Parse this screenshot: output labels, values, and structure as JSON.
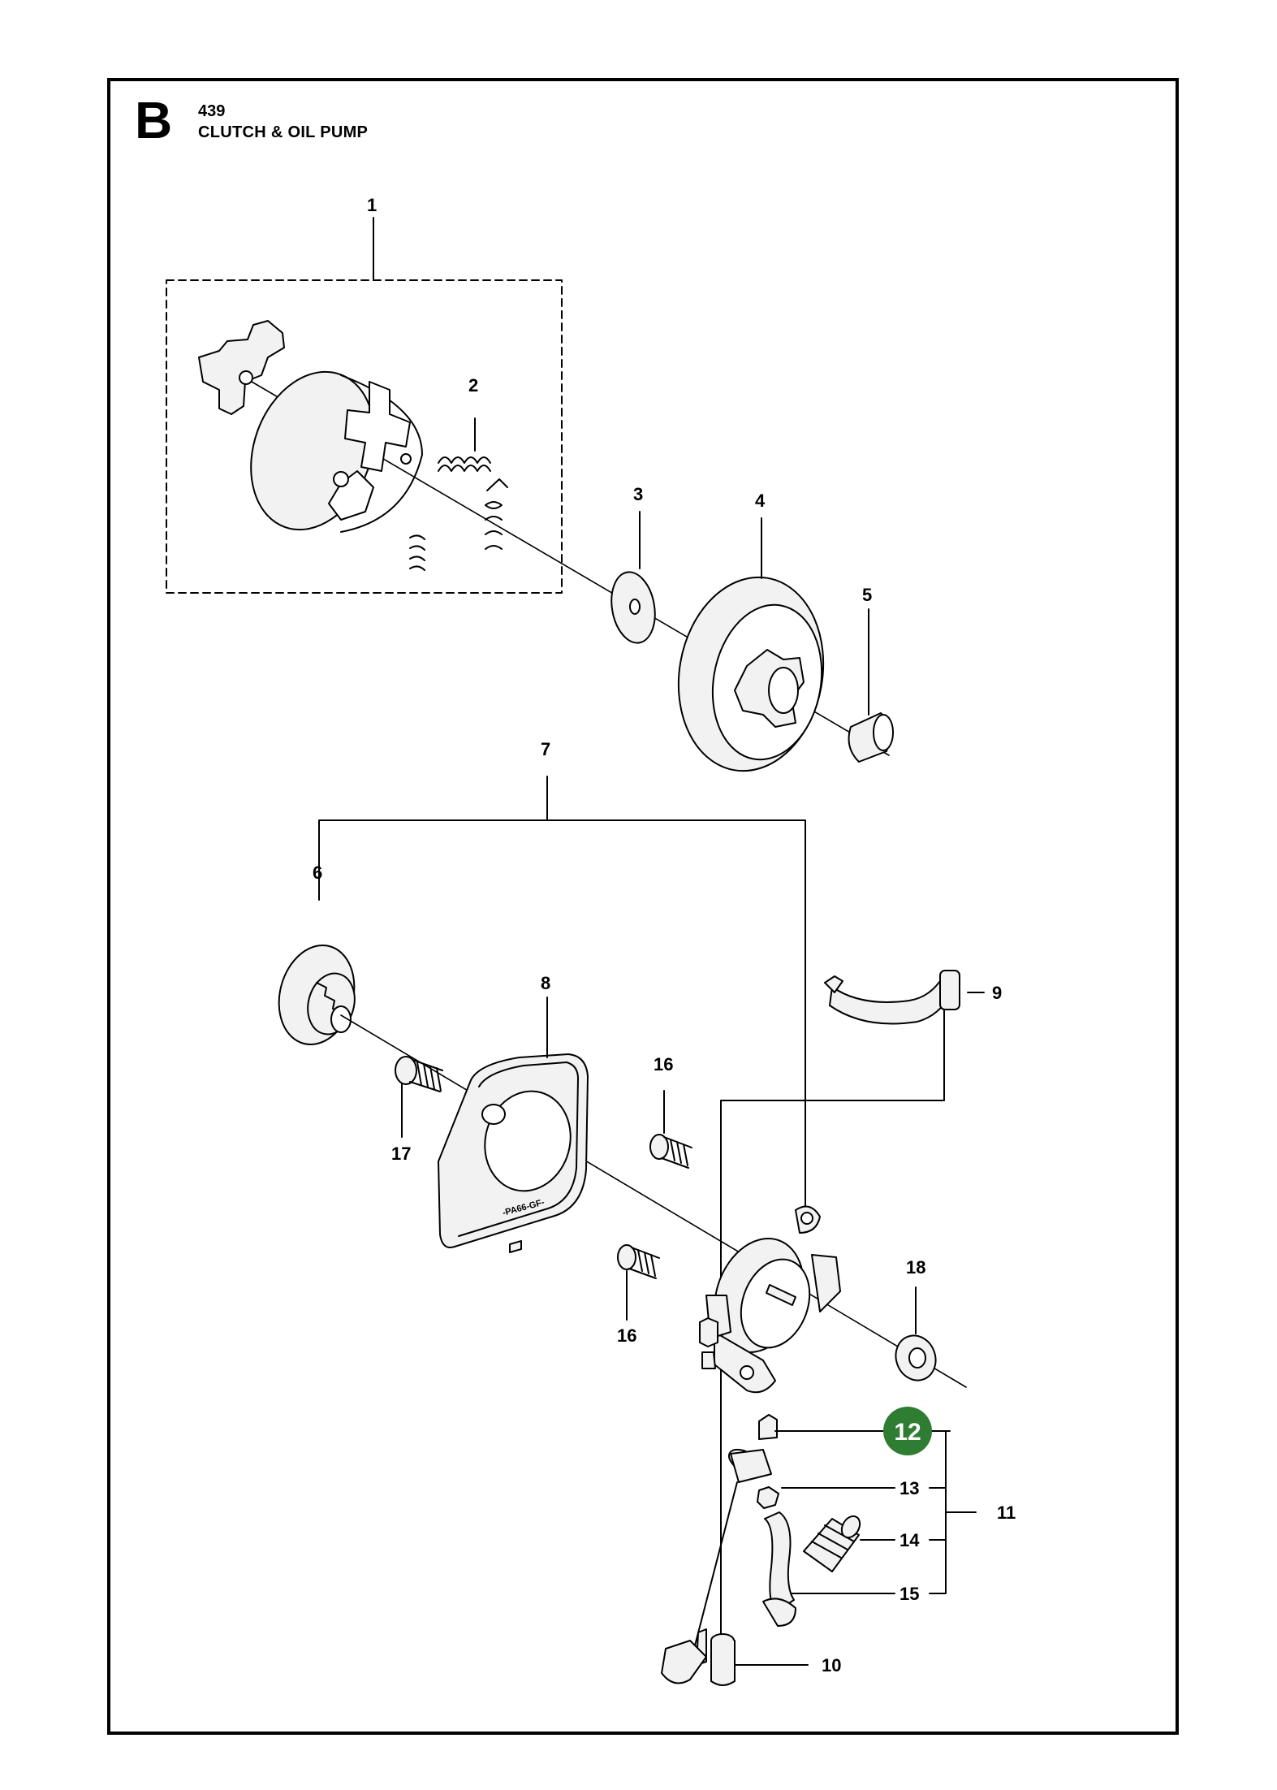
{
  "header": {
    "section_letter": "B",
    "model": "439",
    "title": "CLUTCH & OIL PUMP"
  },
  "parts": {
    "p1": "1",
    "p2": "2",
    "p3": "3",
    "p4": "4",
    "p5": "5",
    "p6": "6",
    "p7": "7",
    "p8": "8",
    "p9": "9",
    "p10": "10",
    "p11": "11",
    "p12": "12",
    "p13": "13",
    "p14": "14",
    "p15": "15",
    "p16a": "16",
    "p16b": "16",
    "p17": "17",
    "p18": "18"
  },
  "highlight": {
    "part": "12",
    "color": "#2e7d32"
  },
  "cover_marking": "-PA66-GF-",
  "colors": {
    "line": "#000000",
    "part_fill": "#f2f2f2"
  }
}
